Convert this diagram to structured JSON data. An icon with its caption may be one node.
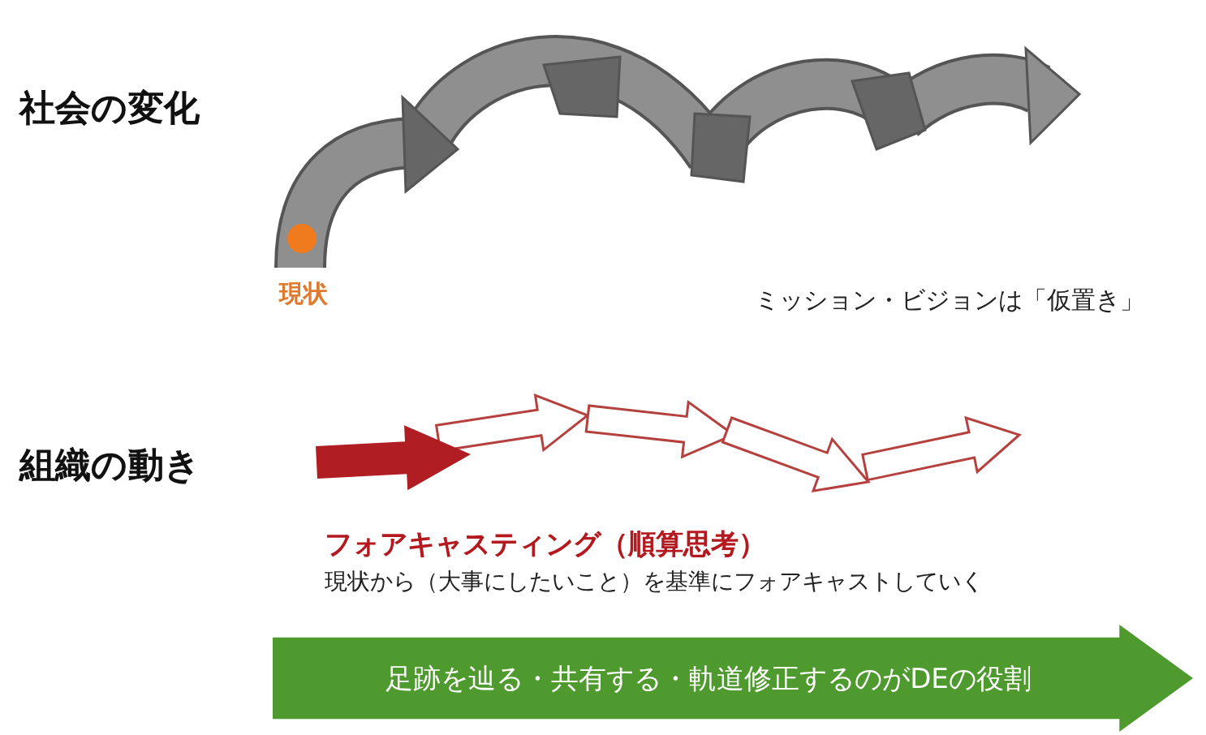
{
  "diagram": {
    "nodes": [
      {
        "text": [
          "足跡を辿る・共有する・軌道修正するのがDEの役割"
        ]
      }
    ],
    "edges": [],
    "labels": [
      "社会の変化",
      "現状",
      "ミッション・ビジョンは「仮置き」",
      "組織の動き",
      "フォアキャスティング（順算思考）",
      "現状から（大事にしたいこと）を基準にフォアキャストしていく"
    ]
  }
}
